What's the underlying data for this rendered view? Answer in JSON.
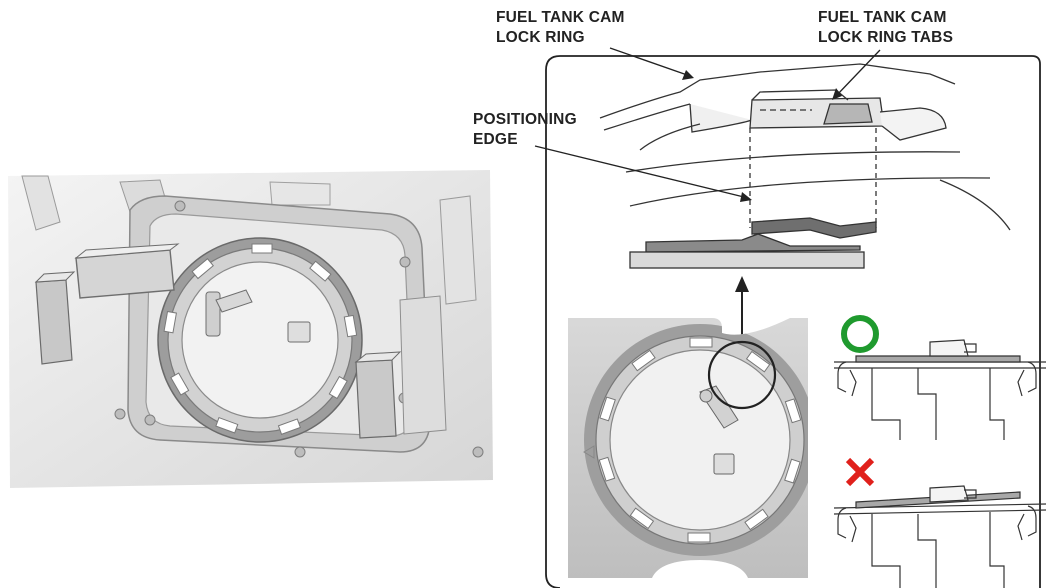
{
  "labels": {
    "cam_lock_ring": [
      "FUEL TANK CAM",
      "LOCK RING"
    ],
    "cam_lock_ring_tabs": [
      "FUEL TANK CAM",
      "LOCK RING TABS"
    ],
    "positioning_edge": [
      "POSITIONING",
      "EDGE"
    ]
  },
  "colors": {
    "correct_mark": "#1f9a2e",
    "incorrect_mark": "#e0201b",
    "line_art": "#333333",
    "shade_light": "#ececec",
    "shade_mid": "#b9b9b9",
    "shade_dark": "#7d7d7d"
  },
  "icons": {
    "correct": "green-circle-icon",
    "incorrect": "red-cross-icon"
  }
}
